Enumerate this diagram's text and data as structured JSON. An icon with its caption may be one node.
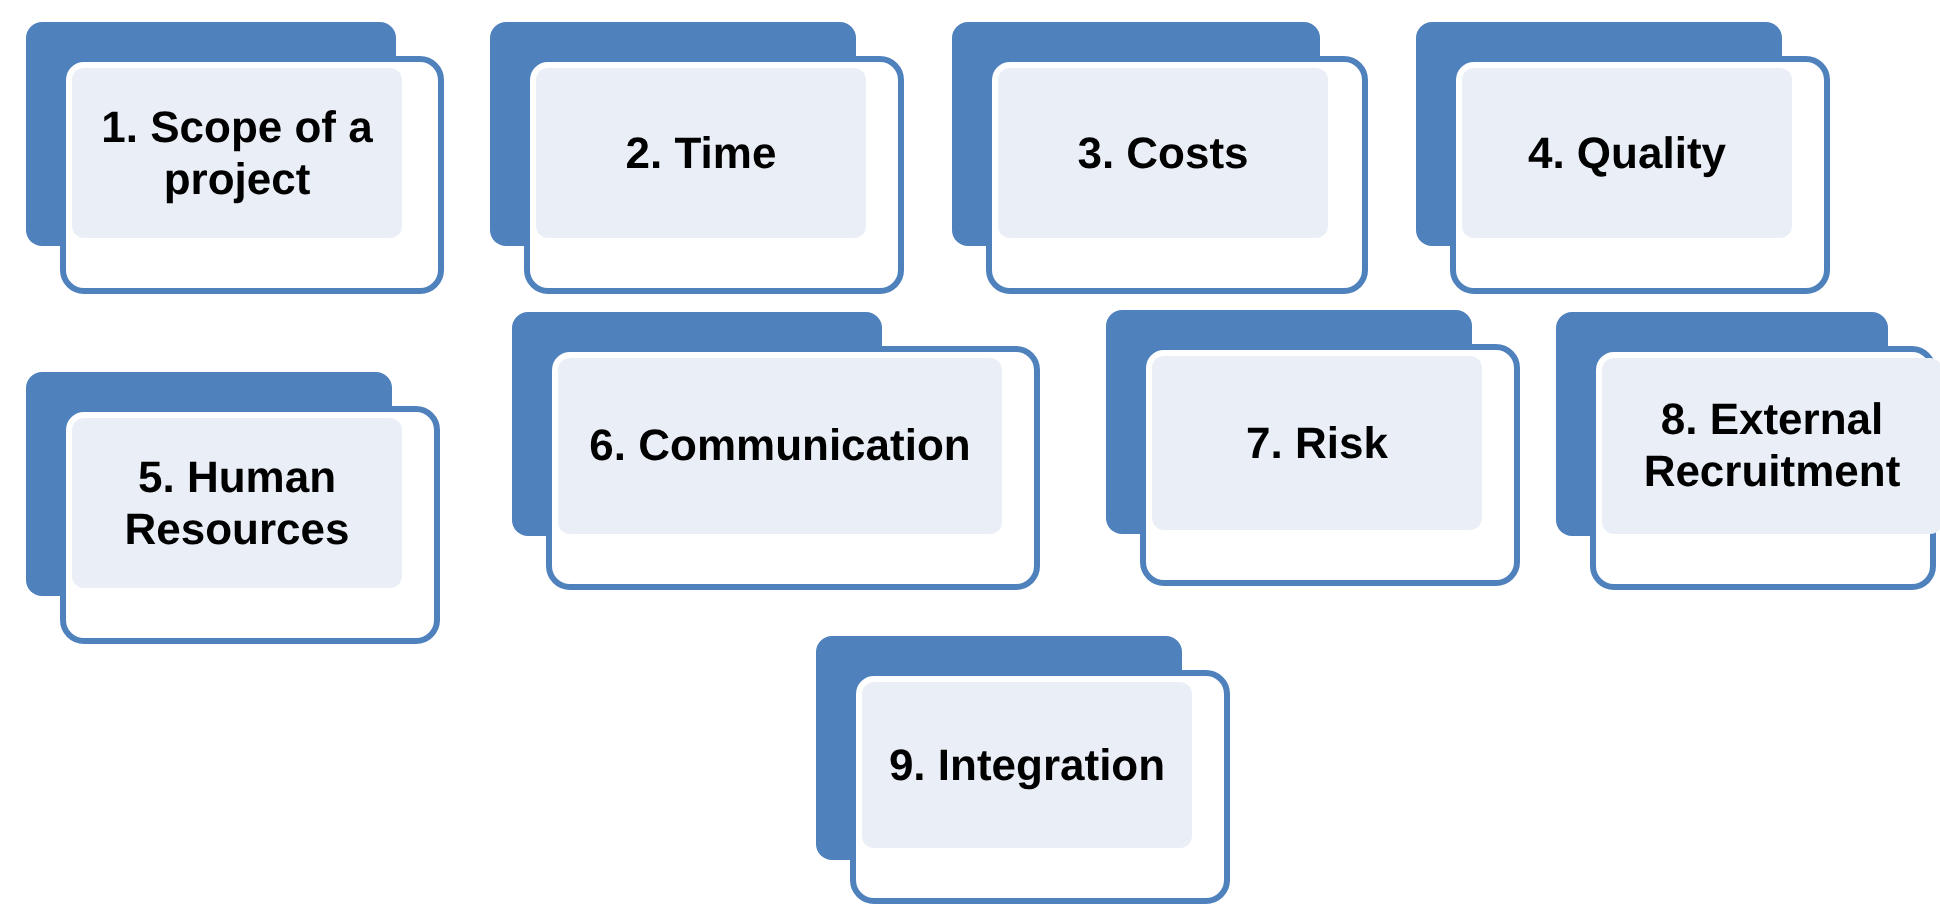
{
  "diagram": {
    "nodes": [
      {
        "text": [
          "1. Scope of a project"
        ]
      },
      {
        "text": [
          "2. Time"
        ]
      },
      {
        "text": [
          "3. Costs"
        ]
      },
      {
        "text": [
          "4. Quality"
        ]
      },
      {
        "text": [
          "5. Human Resources"
        ]
      },
      {
        "text": [
          "6. Communication"
        ]
      },
      {
        "text": [
          "7. Risk"
        ]
      },
      {
        "text": [
          "8. External Recruitment"
        ]
      },
      {
        "text": [
          "9. Integration"
        ]
      }
    ]
  }
}
